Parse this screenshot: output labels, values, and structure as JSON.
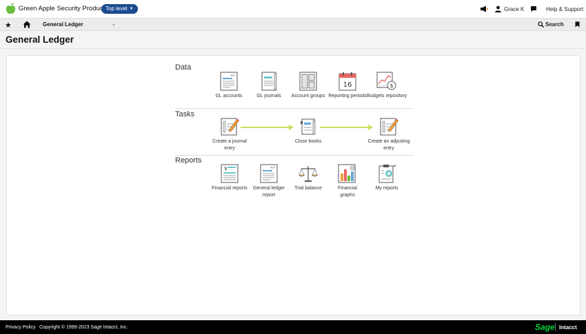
{
  "topbar": {
    "company": "Green Apple Security Products",
    "level_label": "Top level",
    "user_name": "Grace K",
    "help_label": "Help & Support"
  },
  "nav": {
    "module_label": "General Ledger",
    "search_label": "Search"
  },
  "page": {
    "title": "General Ledger"
  },
  "sections": {
    "data": {
      "label": "Data",
      "items": [
        {
          "label": "GL accounts",
          "icon": "gl-accounts-icon"
        },
        {
          "label": "GL journals",
          "icon": "gl-journals-icon"
        },
        {
          "label": "Account groups",
          "icon": "account-groups-icon"
        },
        {
          "label": "Reporting periods",
          "icon": "calendar-icon",
          "calendar_day": "16"
        },
        {
          "label": "Budgets repository",
          "icon": "budgets-icon"
        }
      ]
    },
    "tasks": {
      "label": "Tasks",
      "items": [
        {
          "label_1": "Create a journal",
          "label_2": "entry",
          "icon": "journal-entry-icon"
        },
        {
          "label_1": "Close books",
          "label_2": "",
          "icon": "close-books-icon"
        },
        {
          "label_1": "Create an adjusting",
          "label_2": "entry",
          "icon": "adjusting-entry-icon"
        }
      ]
    },
    "reports": {
      "label": "Reports",
      "items": [
        {
          "label_1": "Financial reports",
          "label_2": "",
          "icon": "financial-reports-icon"
        },
        {
          "label_1": "General ledger",
          "label_2": "report",
          "icon": "gl-report-icon"
        },
        {
          "label_1": "Trial balance",
          "label_2": "",
          "icon": "scale-icon"
        },
        {
          "label_1": "Financial",
          "label_2": "graphs",
          "icon": "bar-chart-icon"
        },
        {
          "label_1": "My reports",
          "label_2": "",
          "icon": "clipboard-icon"
        }
      ]
    }
  },
  "footer": {
    "privacy": "Privacy Policy",
    "copyright": "Copyright © 1999-2023 Sage Intacct, Inc.",
    "brand_sage": "Sage",
    "brand_intacct": "Intacct"
  },
  "colors": {
    "level_button": "#1c4b8f",
    "apple_green": "#6abf3b",
    "arrow_green": "#c5e05a",
    "sage_green": "#00d639"
  }
}
